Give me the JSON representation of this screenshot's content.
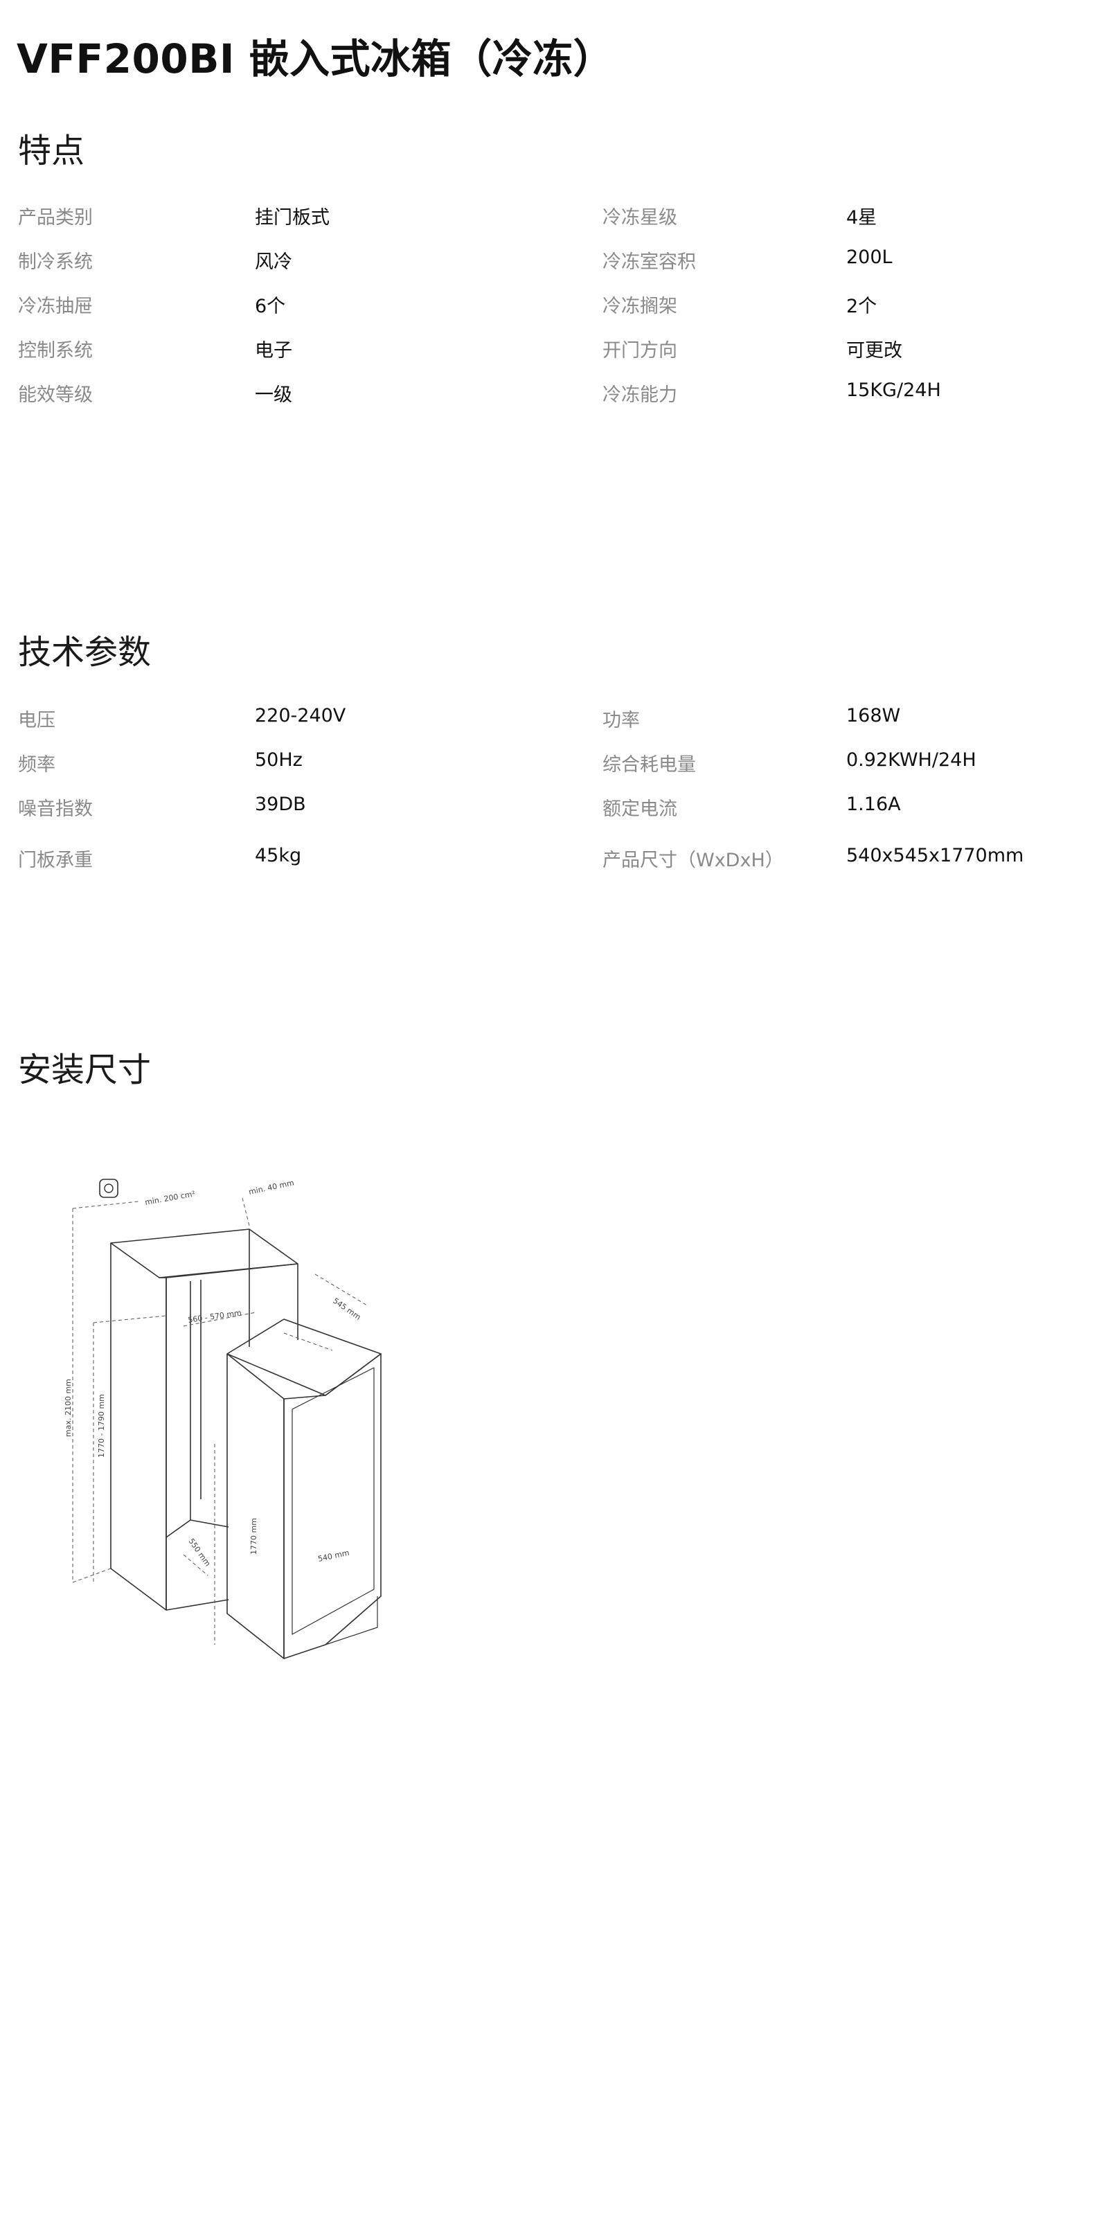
{
  "product": {
    "title": "VFF200BI 嵌入式冰箱（冷冻）"
  },
  "features": {
    "heading": "特点",
    "rows": [
      {
        "label1": "产品类别",
        "value1": "挂门板式",
        "label2": "冷冻星级",
        "value2": "4星"
      },
      {
        "label1": "制冷系统",
        "value1": "风冷",
        "label2": "冷冻室容积",
        "value2": "200L"
      },
      {
        "label1": "冷冻抽屉",
        "value1": "6个",
        "label2": "冷冻搁架",
        "value2": "2个"
      },
      {
        "label1": "控制系统",
        "value1": "电子",
        "label2": "开门方向",
        "value2": "可更改"
      },
      {
        "label1": "能效等级",
        "value1": "一级",
        "label2": "冷冻能力",
        "value2": "15KG/24H"
      }
    ]
  },
  "tech": {
    "heading": "技术参数",
    "rows": [
      {
        "label1": "电压",
        "value1": "220-240V",
        "label2": "功率",
        "value2": "168W"
      },
      {
        "label1": "频率",
        "value1": "50Hz",
        "label2": "综合耗电量",
        "value2": "0.92KWH/24H"
      },
      {
        "label1": "噪音指数",
        "value1": "39DB",
        "label2": "额定电流",
        "value2": "1.16A"
      },
      {
        "label1": "门板承重",
        "value1": "45kg",
        "label2": "产品尺寸（WxDxH）",
        "value2": "540x545x1770mm"
      }
    ]
  },
  "install": {
    "heading": "安装尺寸",
    "diagram_labels": {
      "min_200": "min. 200 cm²",
      "min_40": "min. 40 mm",
      "width_range": "560 - 570 mm",
      "depth_545": "545 mm",
      "max_height": "max. 2100 mm",
      "height_range": "1770 - 1790 mm",
      "depth_550": "550 mm",
      "height_1770": "1770 mm",
      "width_540": "540 mm"
    }
  }
}
